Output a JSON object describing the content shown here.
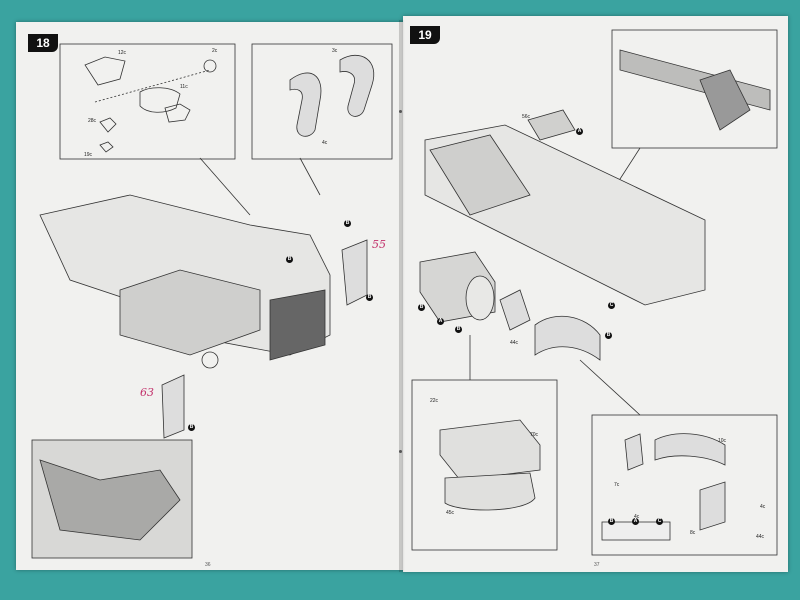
{
  "left_page": {
    "step_number": "18",
    "page_number": "36",
    "handwritten_notes": [
      "55",
      "63"
    ],
    "part_labels": [
      "12c",
      "2c",
      "11c",
      "28c",
      "19c",
      "3c",
      "4c"
    ],
    "markers": [
      "B",
      "B",
      "B",
      "B"
    ]
  },
  "right_page": {
    "step_number": "19",
    "page_number": "37",
    "part_labels": [
      "56c",
      "44c",
      "22c",
      "70c",
      "45c",
      "10c",
      "7c",
      "8c",
      "4c",
      "4c",
      "44c"
    ],
    "markers": [
      "A",
      "B",
      "A",
      "B",
      "B",
      "C",
      "B",
      "A",
      "C"
    ]
  },
  "colors": {
    "background": "#3aa3a0",
    "paper": "#f1f1ef",
    "badge": "#111111",
    "handwriting": "#c2306a"
  }
}
